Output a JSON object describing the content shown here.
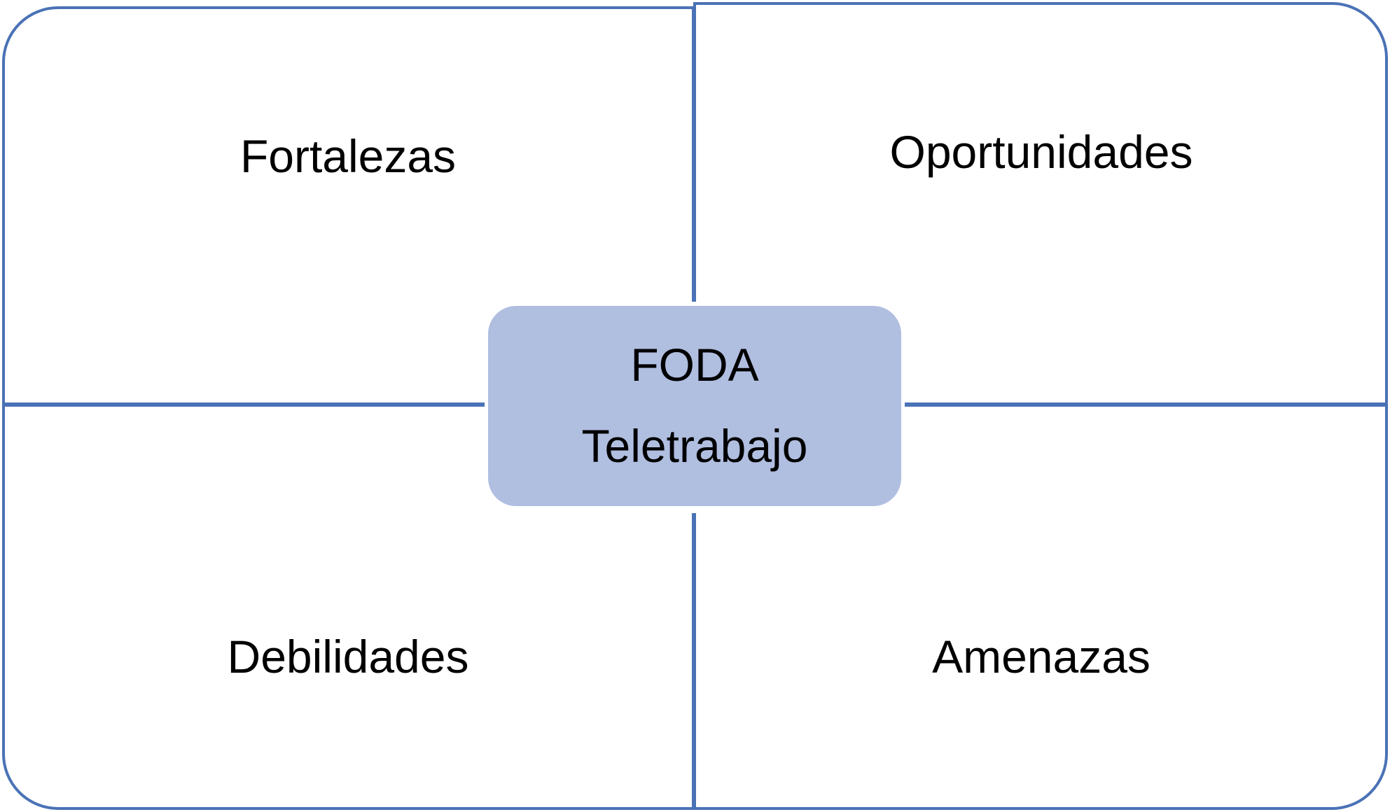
{
  "diagram": {
    "center": {
      "line1": "FODA",
      "line2": "Teletrabajo"
    },
    "quadrants": {
      "top_left": "Fortalezas",
      "top_right": "Oportunidades",
      "bottom_left": "Debilidades",
      "bottom_right": "Amenazas"
    }
  },
  "colors": {
    "border": "#4a72b6",
    "center_fill": "#b0bee0",
    "text": "#000000"
  }
}
